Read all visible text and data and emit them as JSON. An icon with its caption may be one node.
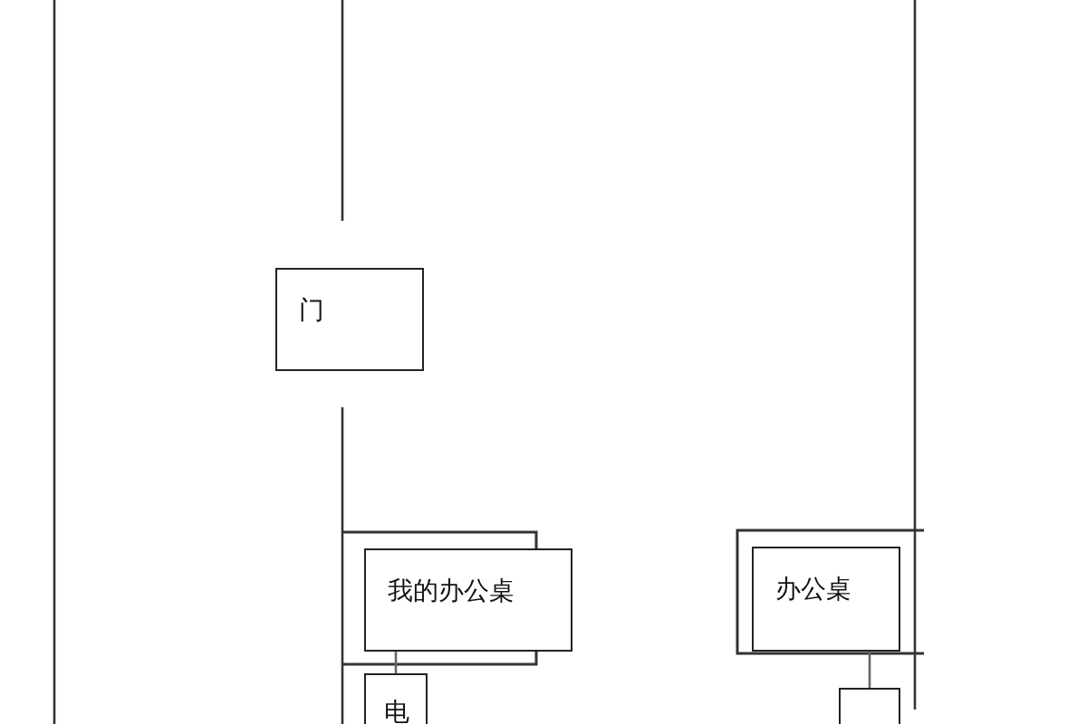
{
  "diagram": {
    "nodes": [
      {
        "text": [
          "门"
        ]
      },
      {
        "text": [
          "我的办公桌"
        ]
      },
      {
        "text": [
          "电"
        ]
      },
      {
        "text": [
          "办公桌"
        ]
      },
      {
        "text": [],
        "shape": "box"
      }
    ],
    "edges": [
      {
        "from": 1,
        "to": 2,
        "arrow": "none"
      },
      {
        "from": 3,
        "to": 4,
        "arrow": "none"
      }
    ]
  }
}
